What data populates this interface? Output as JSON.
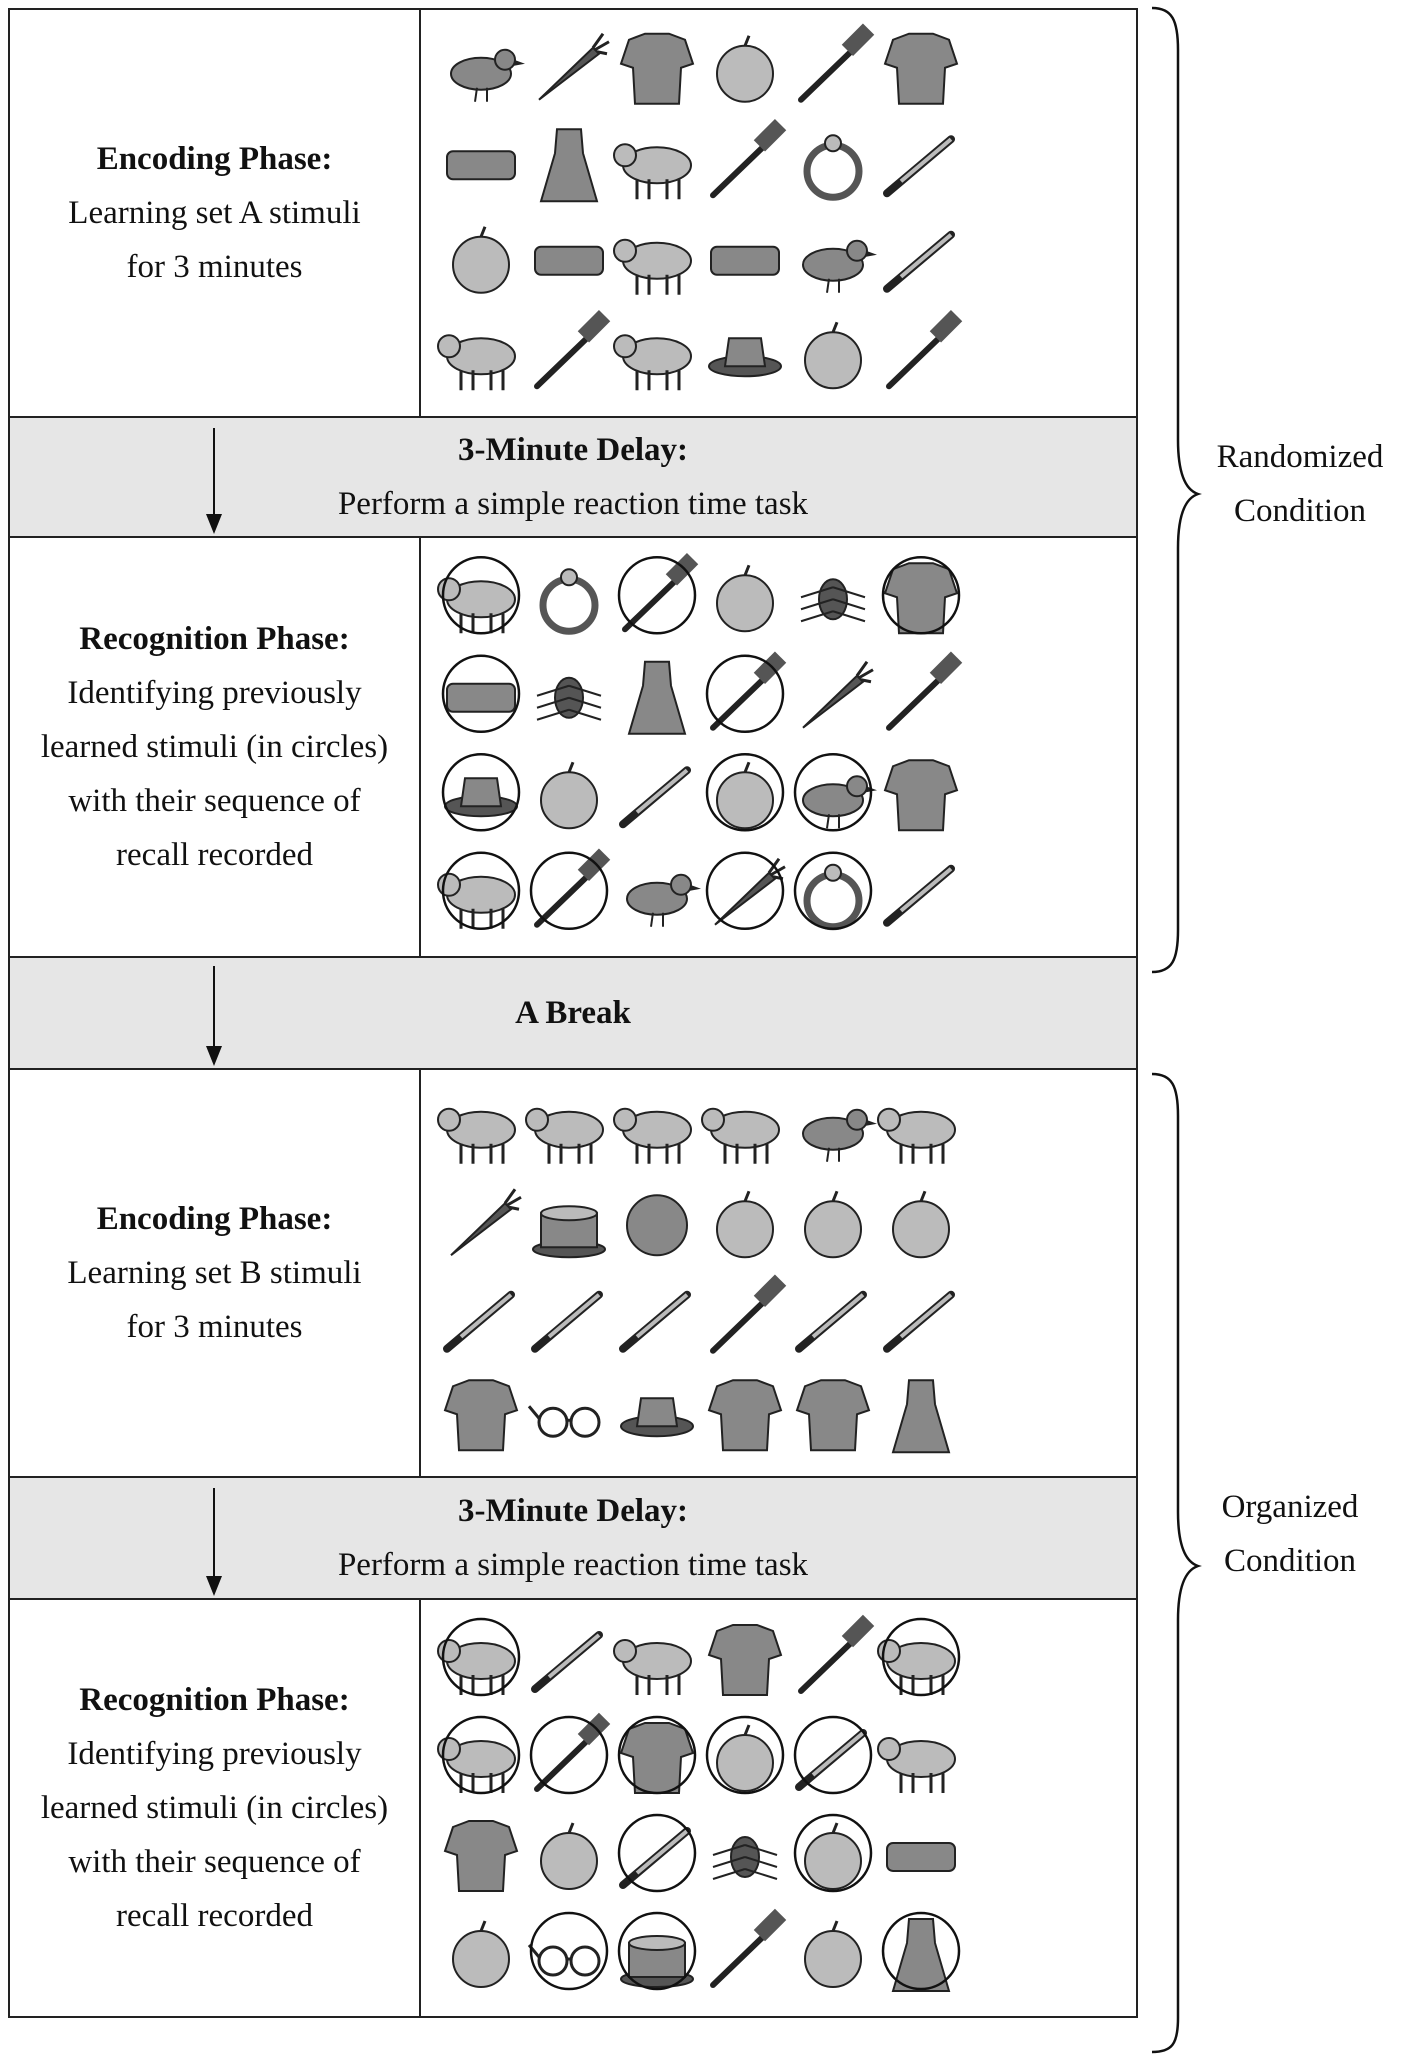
{
  "encoding_a": {
    "title": "Encoding Phase:",
    "lines": [
      "Learning set A stimuli",
      "for 3 minutes"
    ]
  },
  "delay_1": {
    "title": "3-Minute Delay:",
    "text": "Perform a simple reaction time task"
  },
  "recognition_a": {
    "title": "Recognition Phase:",
    "lines": [
      "Identifying previously",
      "learned stimuli (in circles)",
      "with their sequence of",
      "recall recorded"
    ]
  },
  "break": {
    "title": "A Break"
  },
  "encoding_b": {
    "title": "Encoding Phase:",
    "lines": [
      "Learning set B stimuli",
      "for 3 minutes"
    ]
  },
  "delay_2": {
    "title": "3-Minute Delay:",
    "text": "Perform a simple reaction time task"
  },
  "recognition_b": {
    "title": "Recognition Phase:",
    "lines": [
      "Identifying previously",
      "learned stimuli (in circles)",
      "with their sequence of",
      "recall recorded"
    ]
  },
  "conditions": {
    "randomized": [
      "Randomized",
      "Condition"
    ],
    "organized": [
      "Organized",
      "Condition"
    ]
  },
  "stimuli": {
    "encoding_a": [
      [
        "bird-icon",
        "carrot-icon",
        "glove-icon",
        "apple-icon",
        "hammer-icon",
        "sweater-icon"
      ],
      [
        "sandwich-icon",
        "dress-icon",
        "cow-icon",
        "axe-icon",
        "ring-icon",
        "hanger-icon"
      ],
      [
        "onion-icon",
        "belt-icon",
        "mouse-icon",
        "bread-icon",
        "duck-icon",
        "spoon-icon"
      ],
      [
        "sheep-icon",
        "saw-icon",
        "frog-icon",
        "cap-icon",
        "pineapple-icon",
        "brush-icon"
      ]
    ],
    "recognition_a": [
      [
        "cow-icon",
        "watch-icon",
        "brush-icon",
        "grapes-icon",
        "spider-icon",
        "sweater-icon"
      ],
      [
        "sandwich-icon",
        "butterfly-icon",
        "tie-icon",
        "axe-icon",
        "corn-icon",
        "pliers-icon"
      ],
      [
        "cap-icon",
        "lemon-icon",
        "ruler-icon",
        "onion-icon",
        "duck-icon",
        "sock-icon"
      ],
      [
        "sheep-icon",
        "saw-icon",
        "chicken-icon",
        "carrot-icon",
        "ring-icon",
        "nail-icon"
      ]
    ],
    "recognition_a_circled": [
      [
        true,
        false,
        true,
        false,
        false,
        true
      ],
      [
        true,
        false,
        false,
        true,
        false,
        false
      ],
      [
        true,
        false,
        false,
        true,
        true,
        false
      ],
      [
        true,
        true,
        false,
        true,
        true,
        false
      ]
    ],
    "encoding_b": [
      [
        "cat-icon",
        "dog-icon",
        "fish-icon",
        "horse-icon",
        "owl-icon",
        "snail-icon"
      ],
      [
        "banana-icon",
        "cake-icon",
        "mushroom-icon",
        "orange-icon",
        "peach-icon",
        "pear-icon"
      ],
      [
        "tape-icon",
        "fork-icon",
        "knife-icon",
        "plug-icon",
        "screw-icon",
        "screwdriver-icon"
      ],
      [
        "coat-icon",
        "glasses-icon",
        "hat-icon",
        "mitten-icon",
        "shirt-icon",
        "skirt-icon"
      ]
    ],
    "recognition_b": [
      [
        "cat-icon",
        "rolling-pin-icon",
        "rabbit-icon",
        "vest-icon",
        "scissors-icon",
        "snail-icon"
      ],
      [
        "fish-icon",
        "plug-icon",
        "shirt-icon",
        "orange-icon",
        "tape-icon",
        "donkey-icon"
      ],
      [
        "blouse-icon",
        "tomato-icon",
        "knife-icon",
        "fly-icon",
        "peach-icon",
        "shoe-icon"
      ],
      [
        "pepper-icon",
        "glasses-icon",
        "cake-icon",
        "dustpan-icon",
        "cherry-icon",
        "skirt-icon"
      ]
    ],
    "recognition_b_circled": [
      [
        true,
        false,
        false,
        false,
        false,
        true
      ],
      [
        true,
        true,
        true,
        true,
        true,
        false
      ],
      [
        false,
        false,
        true,
        false,
        true,
        false
      ],
      [
        false,
        true,
        true,
        false,
        false,
        true
      ]
    ]
  },
  "colors": {
    "band": "#e6e6e6",
    "border": "#222222",
    "ink": "#111111"
  }
}
